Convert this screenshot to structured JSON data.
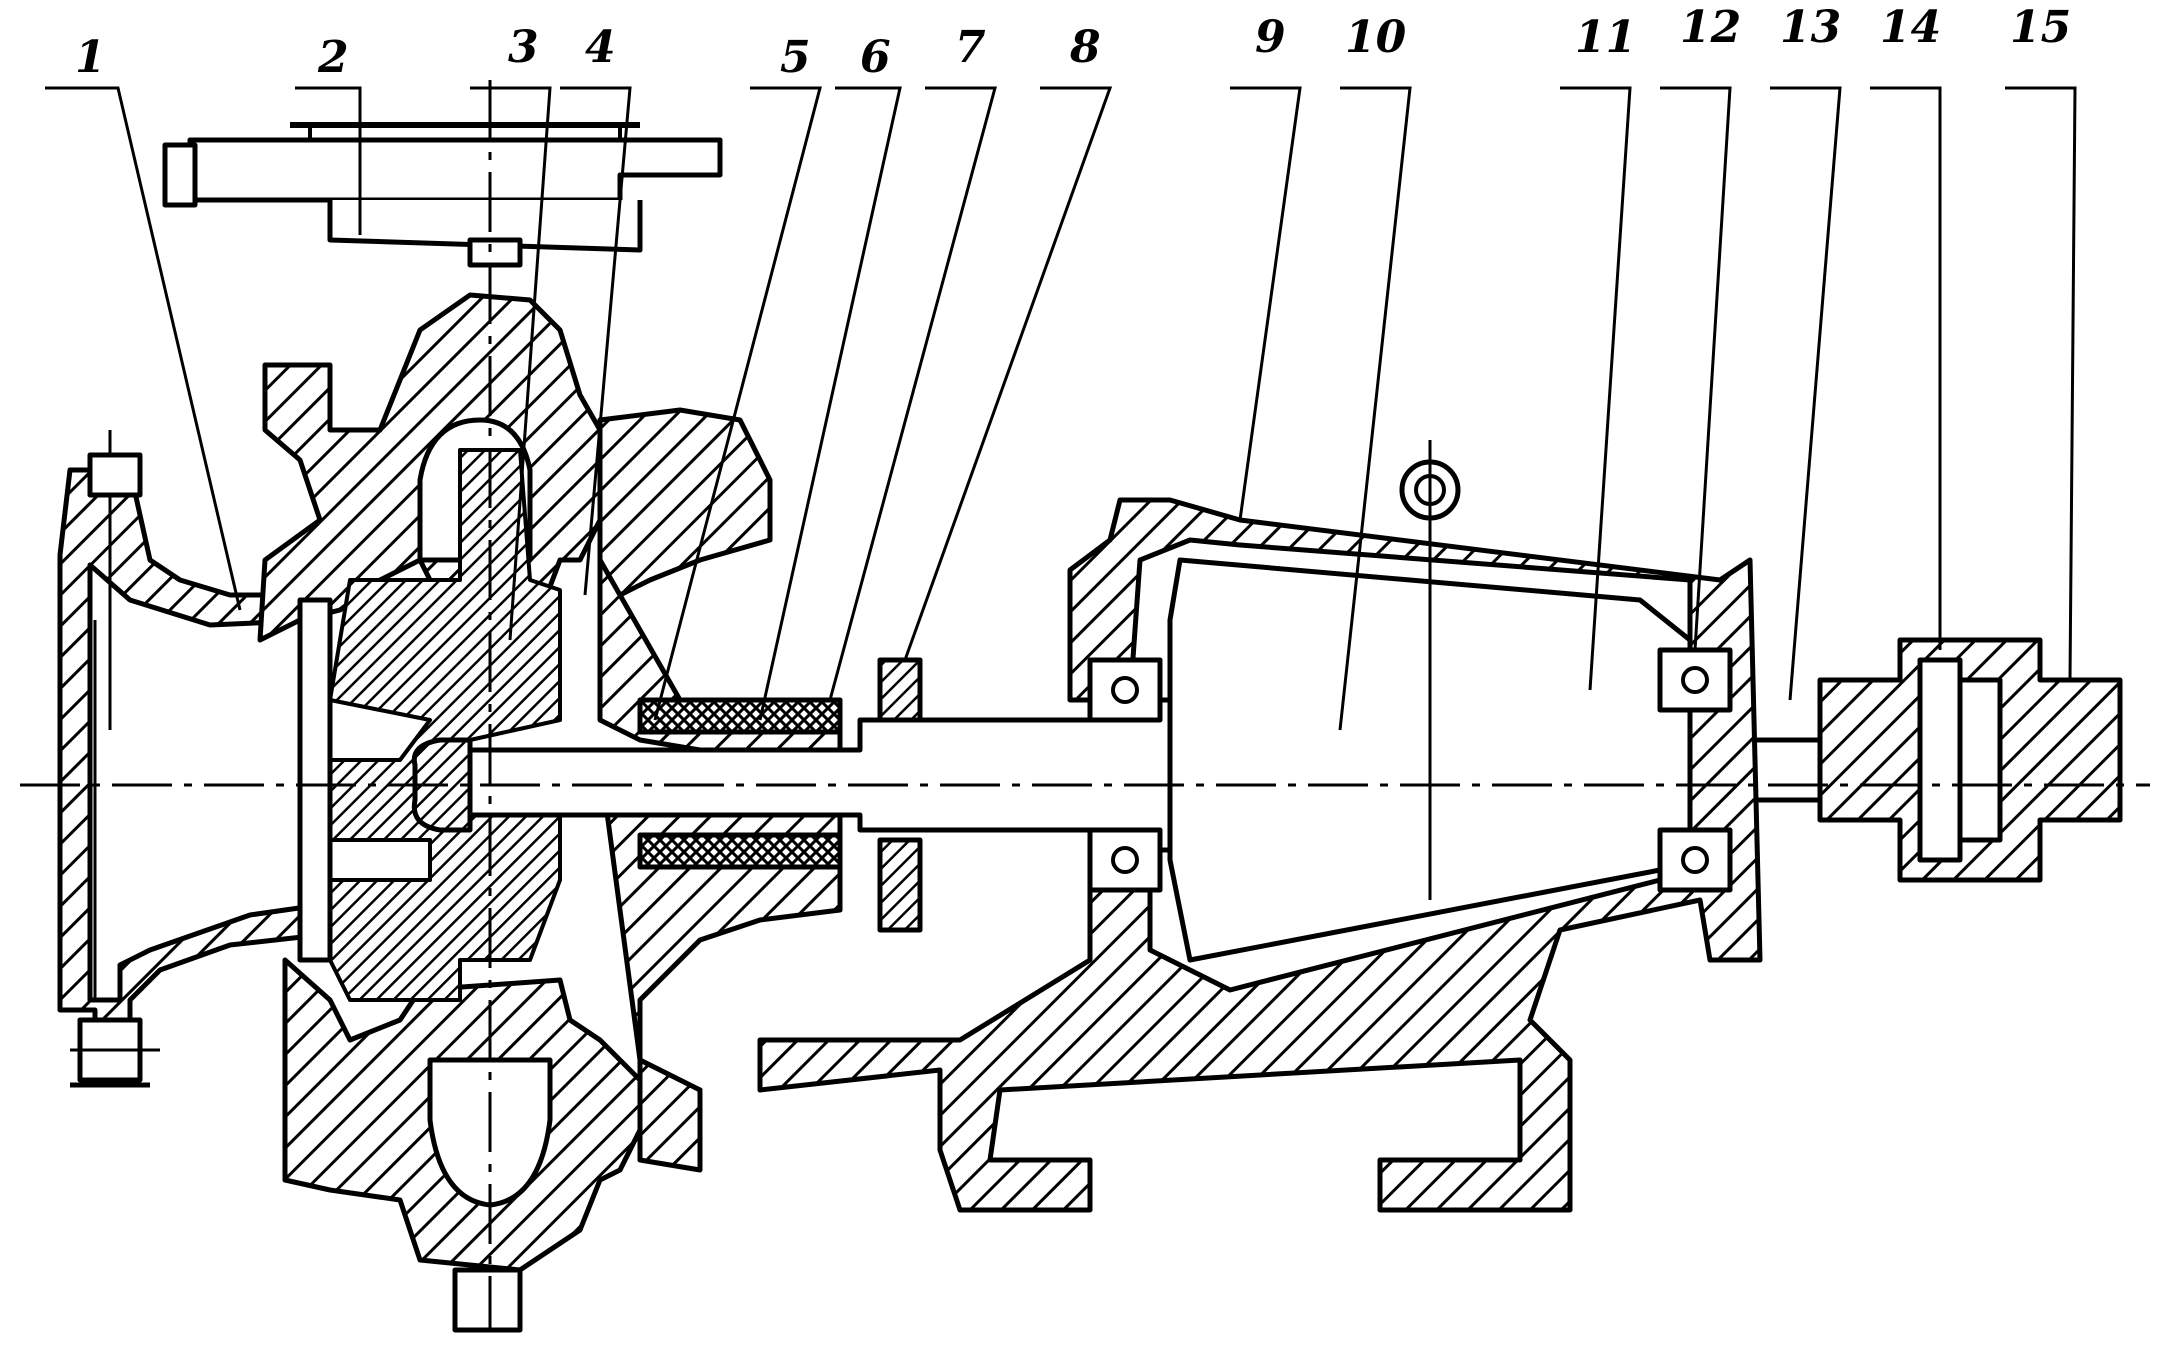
{
  "figure": {
    "callouts": [
      "1",
      "2",
      "3",
      "4",
      "5",
      "6",
      "7",
      "8",
      "9",
      "10",
      "11",
      "12",
      "13",
      "14",
      "15"
    ]
  }
}
